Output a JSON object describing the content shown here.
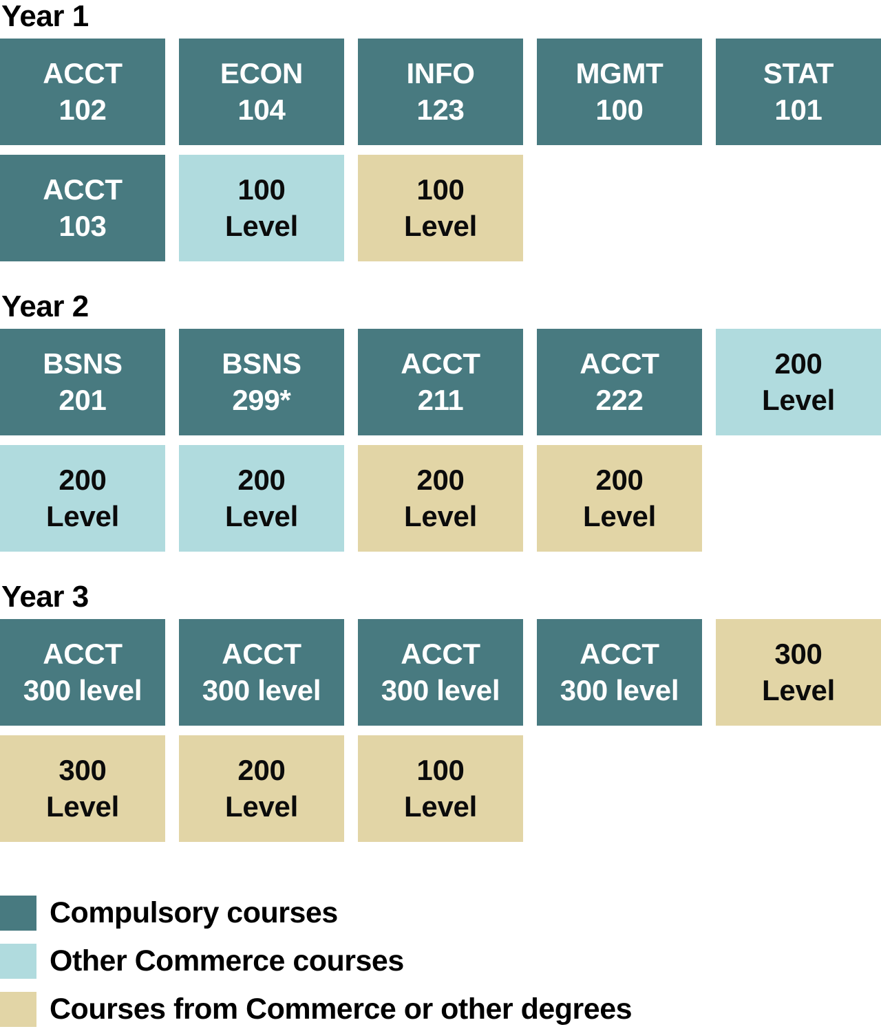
{
  "colors": {
    "compulsory": "#487a80",
    "other_commerce": "#b0dbde",
    "other_degrees": "#e2d5a6",
    "box_text_on_dark": "#ffffff",
    "box_text_on_light": "#0b0b0b",
    "heading_text": "#000000",
    "background": "#ffffff"
  },
  "years": [
    {
      "label": "Year 1",
      "boxes": [
        {
          "lines": [
            "ACCT",
            "102"
          ],
          "type": "compulsory"
        },
        {
          "lines": [
            "ECON",
            "104"
          ],
          "type": "compulsory"
        },
        {
          "lines": [
            "INFO",
            "123"
          ],
          "type": "compulsory"
        },
        {
          "lines": [
            "MGMT",
            "100"
          ],
          "type": "compulsory"
        },
        {
          "lines": [
            "STAT",
            "101"
          ],
          "type": "compulsory"
        },
        {
          "lines": [
            "ACCT",
            "103"
          ],
          "type": "compulsory"
        },
        {
          "lines": [
            "100",
            "Level"
          ],
          "type": "other_commerce"
        },
        {
          "lines": [
            "100",
            "Level"
          ],
          "type": "other_degrees"
        }
      ]
    },
    {
      "label": "Year 2",
      "boxes": [
        {
          "lines": [
            "BSNS",
            "201"
          ],
          "type": "compulsory"
        },
        {
          "lines": [
            "BSNS",
            "299*"
          ],
          "type": "compulsory"
        },
        {
          "lines": [
            "ACCT",
            "211"
          ],
          "type": "compulsory"
        },
        {
          "lines": [
            "ACCT",
            "222"
          ],
          "type": "compulsory"
        },
        {
          "lines": [
            "200",
            "Level"
          ],
          "type": "other_commerce"
        },
        {
          "lines": [
            "200",
            "Level"
          ],
          "type": "other_commerce"
        },
        {
          "lines": [
            "200",
            "Level"
          ],
          "type": "other_commerce"
        },
        {
          "lines": [
            "200",
            "Level"
          ],
          "type": "other_degrees"
        },
        {
          "lines": [
            "200",
            "Level"
          ],
          "type": "other_degrees"
        }
      ]
    },
    {
      "label": "Year 3",
      "boxes": [
        {
          "lines": [
            "ACCT",
            "300 level"
          ],
          "type": "compulsory"
        },
        {
          "lines": [
            "ACCT",
            "300 level"
          ],
          "type": "compulsory"
        },
        {
          "lines": [
            "ACCT",
            "300 level"
          ],
          "type": "compulsory"
        },
        {
          "lines": [
            "ACCT",
            "300 level"
          ],
          "type": "compulsory"
        },
        {
          "lines": [
            "300",
            "Level"
          ],
          "type": "other_degrees"
        },
        {
          "lines": [
            "300",
            "Level"
          ],
          "type": "other_degrees"
        },
        {
          "lines": [
            "200",
            "Level"
          ],
          "type": "other_degrees"
        },
        {
          "lines": [
            "100",
            "Level"
          ],
          "type": "other_degrees"
        }
      ]
    }
  ],
  "legend": [
    {
      "label": "Compulsory courses",
      "type": "compulsory"
    },
    {
      "label": "Other Commerce courses",
      "type": "other_commerce"
    },
    {
      "label": "Courses from Commerce or other degrees",
      "type": "other_degrees"
    }
  ]
}
